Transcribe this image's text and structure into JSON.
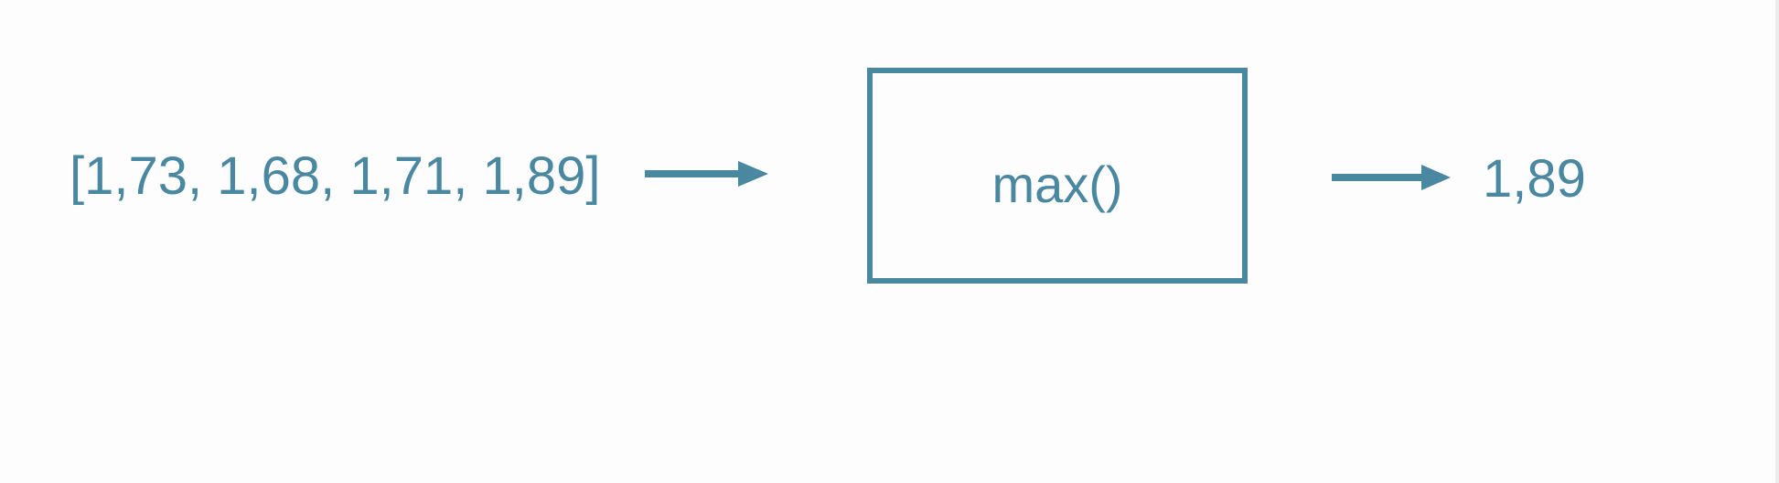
{
  "diagram": {
    "input_label": "[1,73, 1,68, 1,71, 1,89]",
    "function_label": "max()",
    "output_label": "1,89",
    "colors": {
      "primary": "#4a87a0",
      "background": "#fdfdfd"
    }
  }
}
